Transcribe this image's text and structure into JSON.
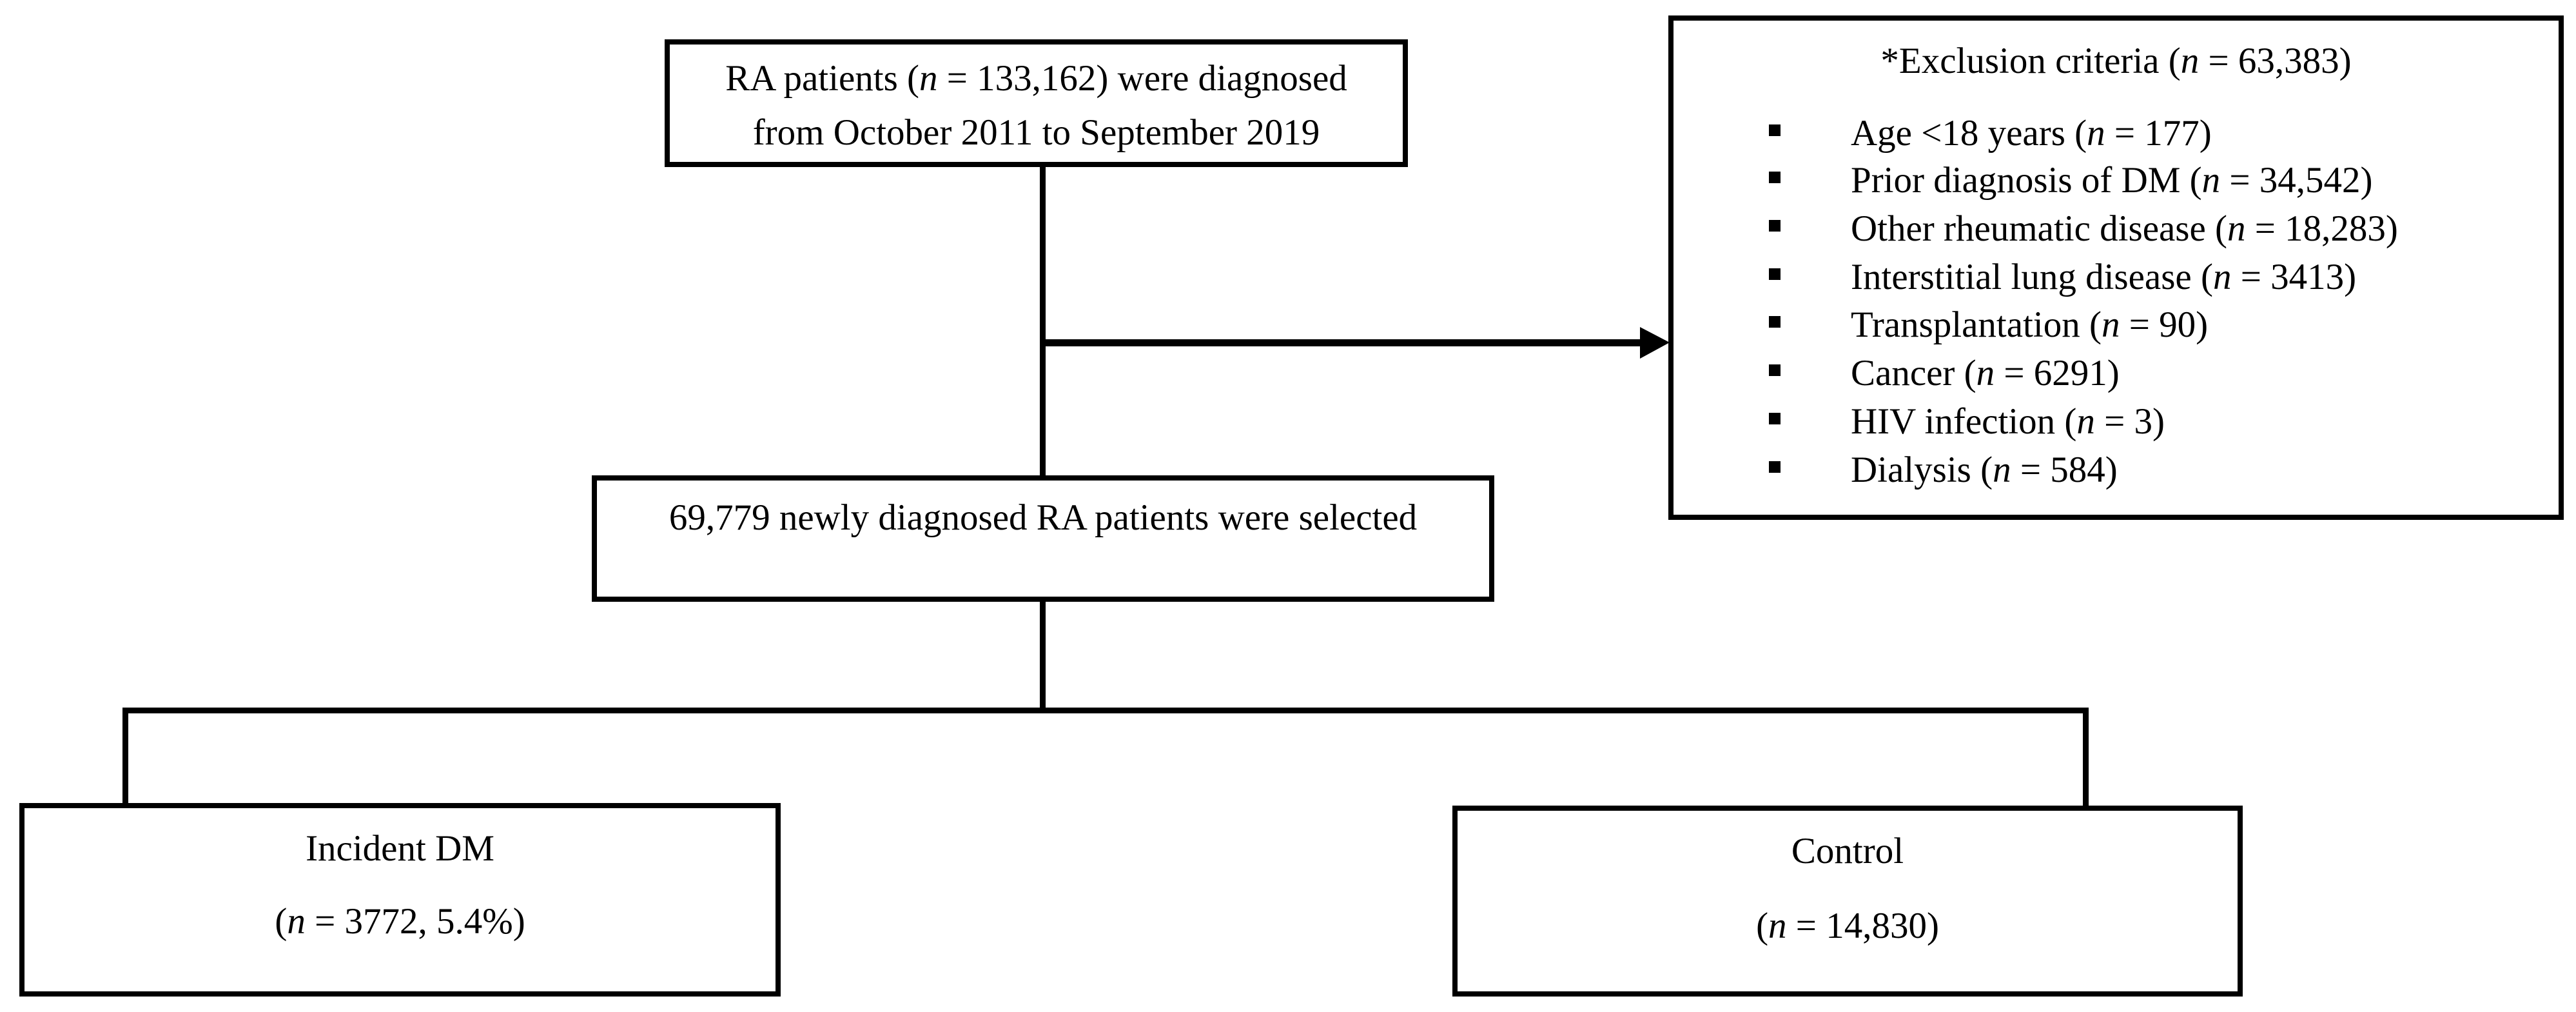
{
  "source_box": {
    "line1": [
      "RA patients (",
      "n",
      " = 133,162) were diagnosed"
    ],
    "line2": "from October 2011 to September 2019"
  },
  "exclusion_box": {
    "title": [
      "*Exclusion criteria (",
      "n",
      " = 63,383)"
    ],
    "items": [
      [
        "Age <18 years (",
        "n",
        " = 177)"
      ],
      [
        "Prior diagnosis of DM (",
        "n",
        " = 34,542)"
      ],
      [
        "Other rheumatic disease (",
        "n",
        " = 18,283)"
      ],
      [
        "Interstitial lung disease (",
        "n",
        " = 3413)"
      ],
      [
        "Transplantation (",
        "n",
        " = 90)"
      ],
      [
        "Cancer (",
        "n",
        " = 6291)"
      ],
      [
        "HIV infection (",
        "n",
        " = 3)"
      ],
      [
        "Dialysis (",
        "n",
        " = 584)"
      ]
    ]
  },
  "selected_box": {
    "text": "69,779 newly diagnosed RA patients were selected"
  },
  "incident_box": {
    "label": "Incident DM",
    "count": [
      "(",
      "n",
      " = 3772, 5.4%)"
    ]
  },
  "control_box": {
    "label": "Control",
    "count": [
      "(",
      "n",
      " = 14,830)"
    ]
  }
}
